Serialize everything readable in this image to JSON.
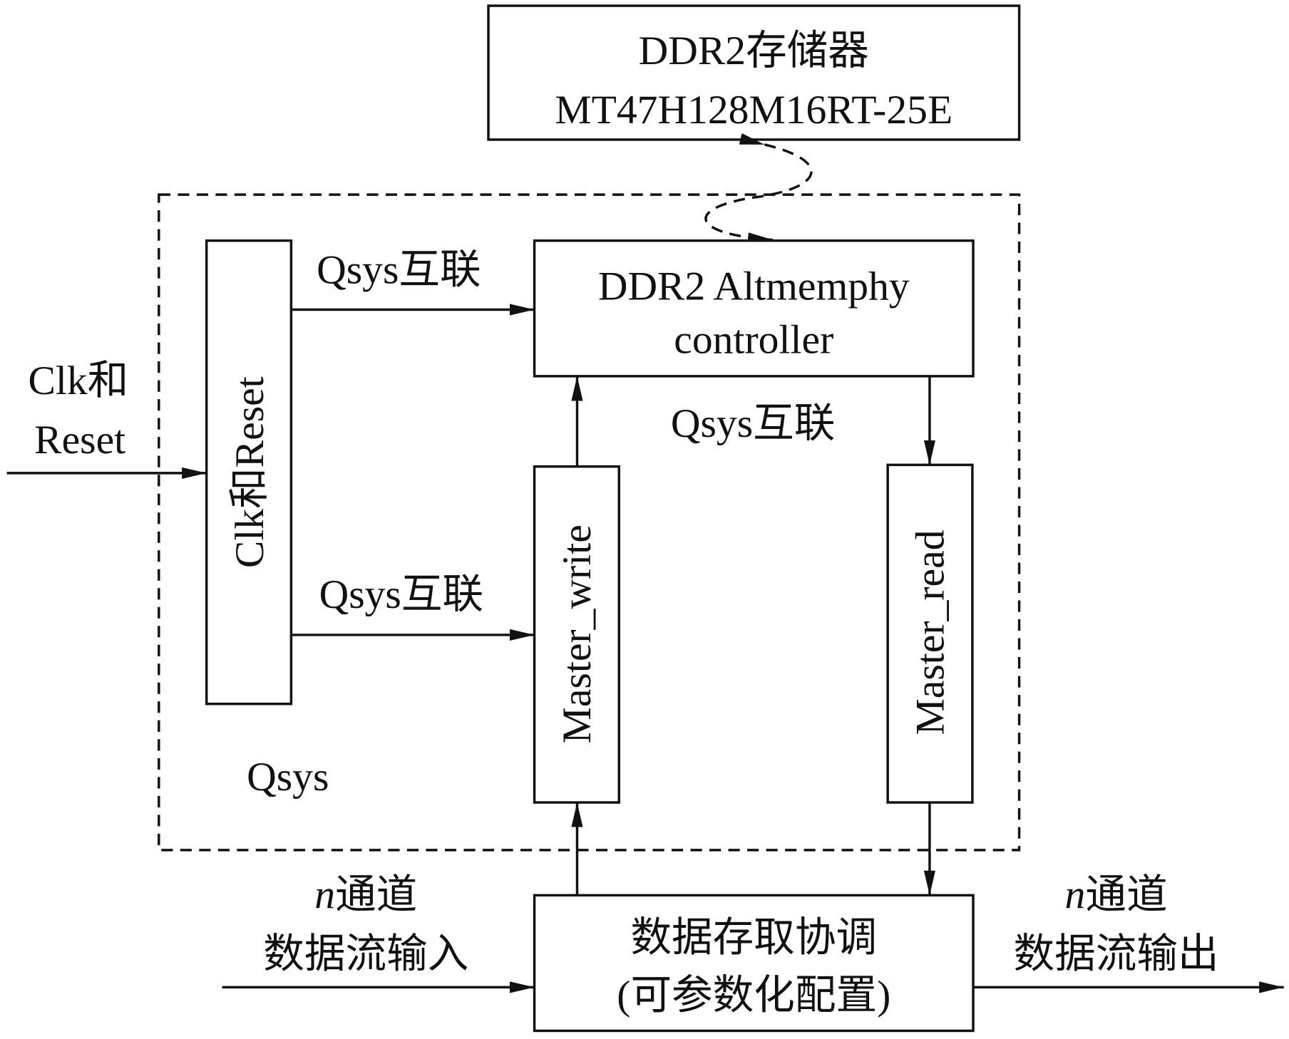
{
  "memory": {
    "line1": "DDR2存储器",
    "line2": "MT47H128M16RT-25E"
  },
  "qsys": {
    "label": "Qsys"
  },
  "clk_reset_block": {
    "label": "Clk和Reset"
  },
  "controller": {
    "line1": "DDR2 Altmemphy",
    "line2": "controller"
  },
  "master_write": {
    "label": "Master_write"
  },
  "master_read": {
    "label": "Master_read"
  },
  "coordinator": {
    "line1": "数据存取协调",
    "line2": "(可参数化配置)"
  },
  "interconnect_labels": [
    "Qsys互联",
    "Qsys互联",
    "Qsys互联"
  ],
  "external_input": {
    "line1": "Clk和",
    "line2": "Reset"
  },
  "data_input": {
    "n": "n",
    "line1_rest": "通道",
    "line2": "数据流输入"
  },
  "data_output": {
    "n": "n",
    "line1_rest": "通道",
    "line2": "数据流输出"
  }
}
